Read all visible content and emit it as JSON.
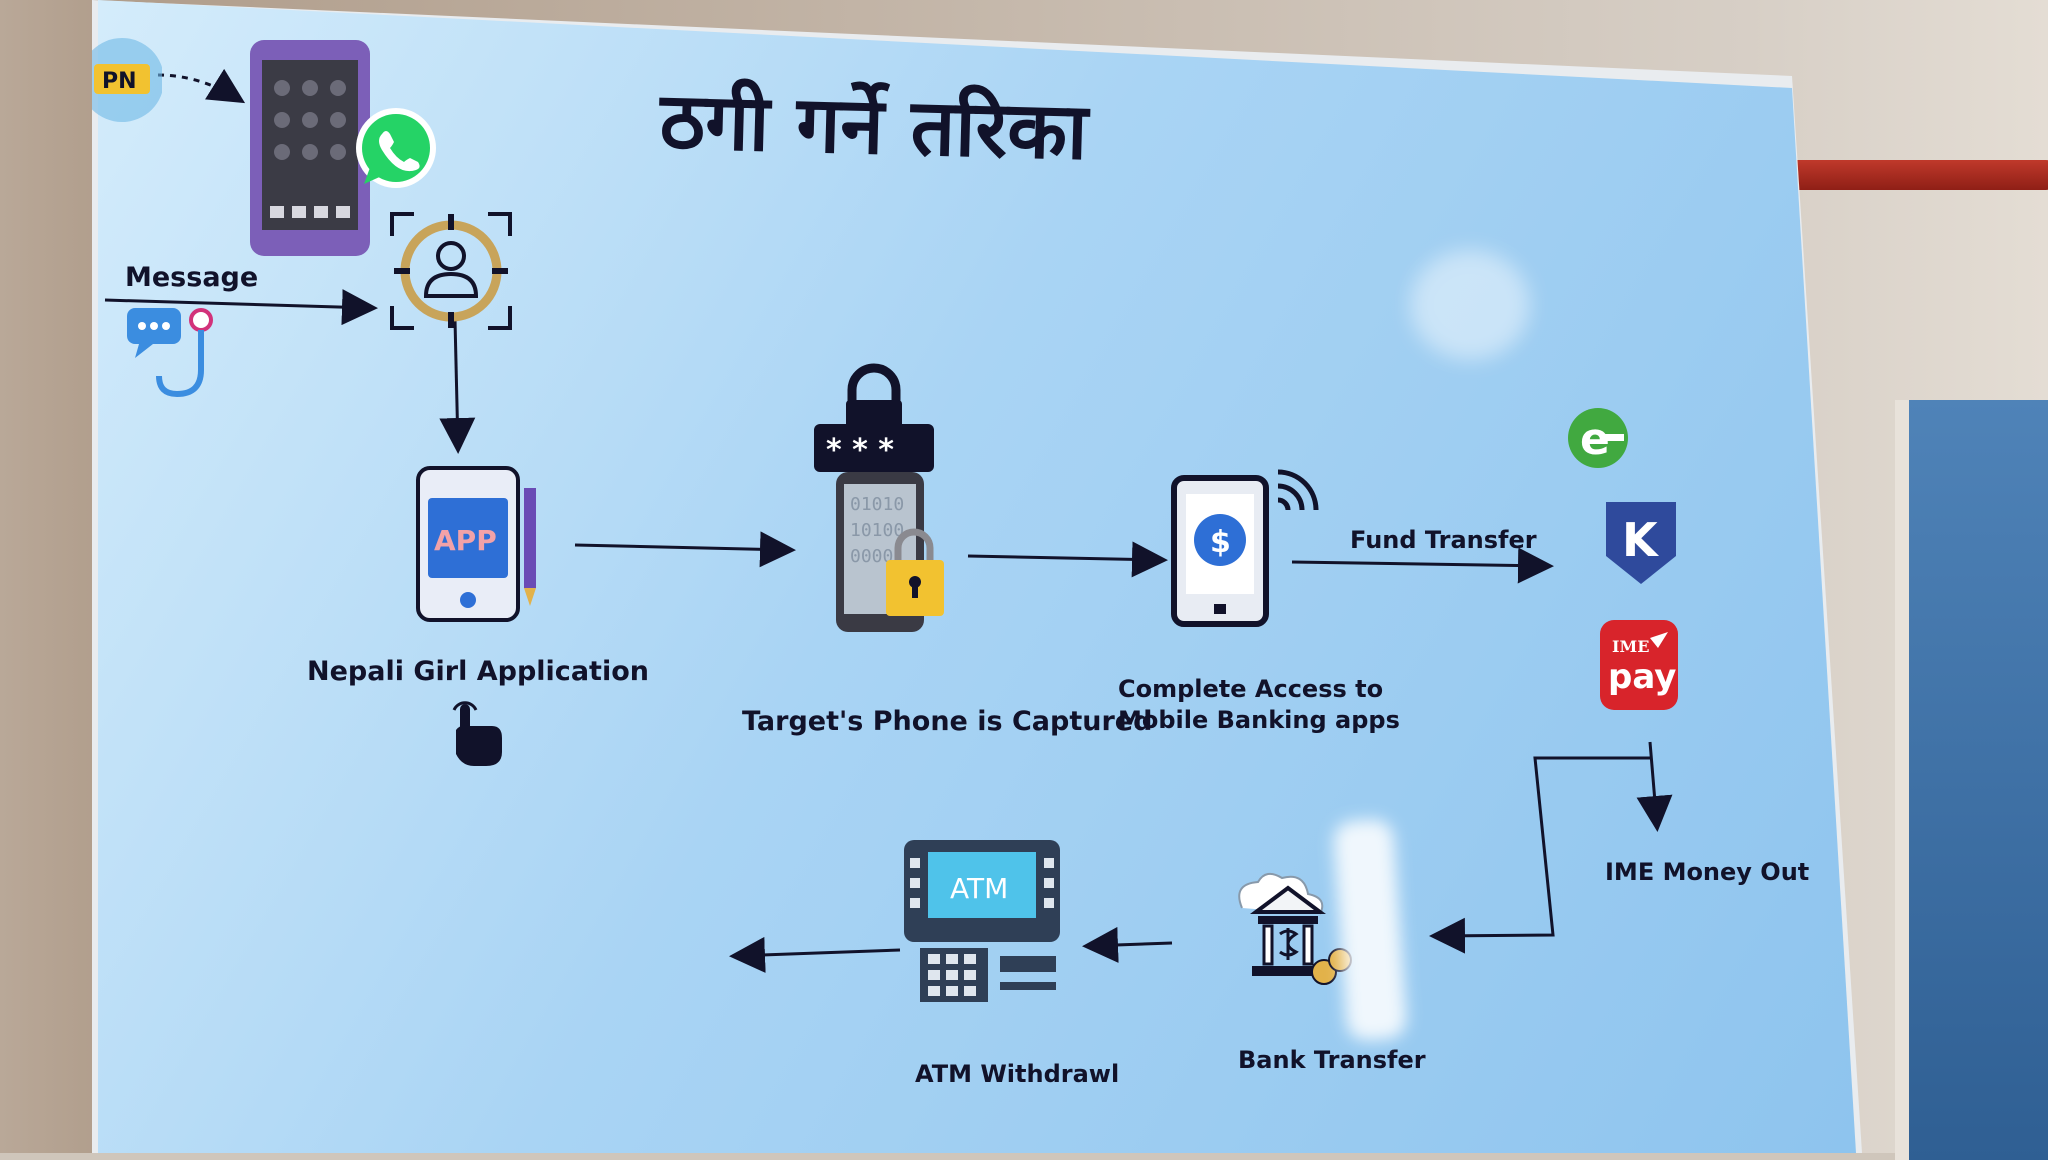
{
  "title": "ठगी गर्ने तरिका",
  "labels": {
    "message": "Message",
    "nepali_girl_app": "Nepali Girl Application",
    "target_phone": "Target's Phone is Captured",
    "complete_access_line1": "Complete Access to",
    "complete_access_line2": "Mobile Banking apps",
    "fund_transfer": "Fund Transfer",
    "ime_money_out": "IME Money Out",
    "bank_transfer": "Bank Transfer",
    "atm_withdrawal": "ATM Withdrawl"
  },
  "icon_text": {
    "vpn_badge": "PN",
    "app": "APP",
    "password": "* * *",
    "binary1": "01010",
    "binary2": "10100",
    "binary3": "0000",
    "dollar": "$",
    "esewa": "e",
    "khalti": "K",
    "imepay_top": "IME",
    "imepay_bottom": "pay",
    "atm": "ATM"
  },
  "colors": {
    "screen": "#a9d4f4",
    "text": "#11122a",
    "whatsapp": "#25d366",
    "esewa": "#41a940",
    "khalti": "#2f4a9c",
    "imepay": "#d8242b",
    "phone_purple": "#7c5fb8"
  }
}
